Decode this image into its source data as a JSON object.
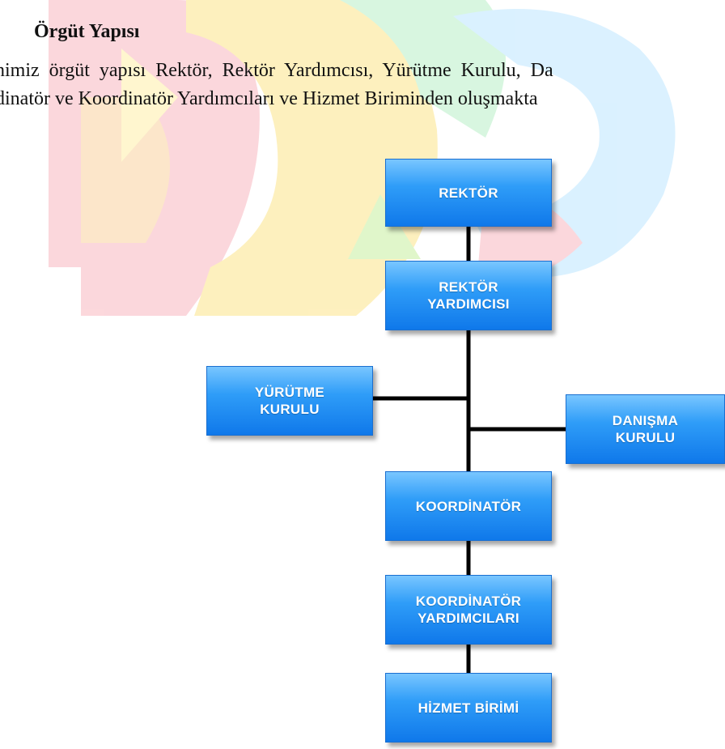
{
  "section": {
    "heading": "Örgüt Yapısı",
    "paragraph_line1": "nimiz örgüt yapısı Rektör, Rektör Yardımcısı, Yürütme Kurulu, Da",
    "paragraph_line2": "rdinatör ve Koordinatör Yardımcıları ve Hizmet Biriminden oluşmakta"
  },
  "org_chart": {
    "nodes": {
      "rektor": "REKTÖR",
      "rektor_yardimcisi": "REKTÖR\nYARDIMCISI",
      "yurutme_kurulu": "YÜRÜTME\nKURULU",
      "danisma_kurulu": "DANIŞMA\nKURULU",
      "koordinator": "KOORDİNATÖR",
      "koordinator_yardimcilari": "KOORDİNATÖR\nYARDIMCILARI",
      "hizmet_birimi": "HİZMET BİRİMİ"
    },
    "edges": [
      [
        "rektor",
        "rektor_yardimcisi"
      ],
      [
        "rektor_yardimcisi",
        "yurutme_kurulu"
      ],
      [
        "rektor_yardimcisi",
        "danisma_kurulu"
      ],
      [
        "rektor_yardimcisi",
        "koordinator"
      ],
      [
        "koordinator",
        "koordinator_yardimcilari"
      ],
      [
        "koordinator_yardimcilari",
        "hizmet_birimi"
      ]
    ],
    "box_color": "#1f8cf2",
    "connector_color": "#000000"
  }
}
